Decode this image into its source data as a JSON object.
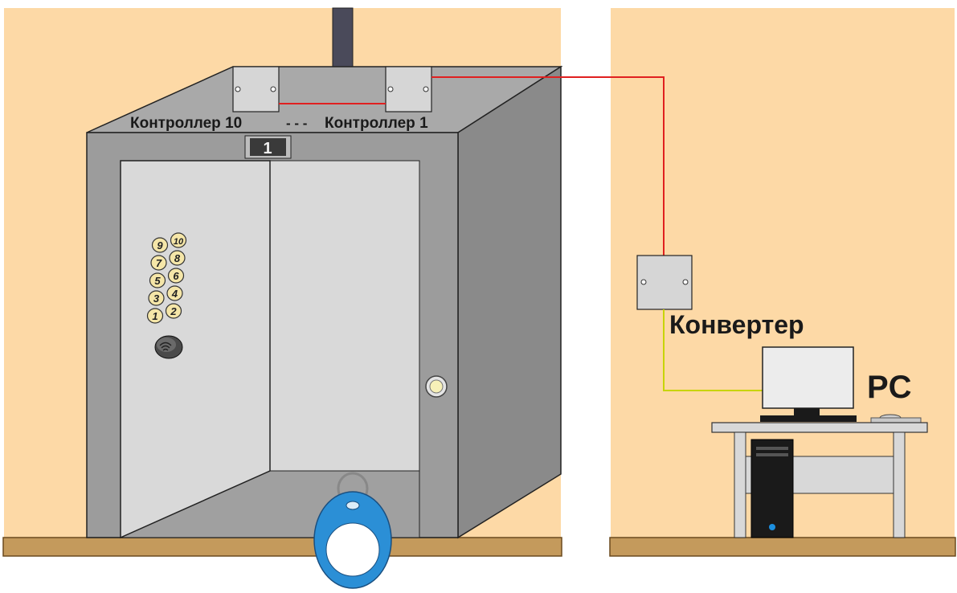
{
  "labels": {
    "controller_10": "Контроллер 10",
    "ellipsis": "- - -",
    "controller_1": "Контроллер 1",
    "converter": "Конвертер",
    "pc": "PC",
    "floor_indicator": "1"
  },
  "keypad": {
    "buttons": [
      "9",
      "10",
      "7",
      "8",
      "5",
      "6",
      "3",
      "4",
      "1",
      "2"
    ]
  },
  "colors": {
    "wall": "#fdd9a6",
    "floor": "#c49a5c",
    "cabin_frame": "#9a9a9a",
    "cabin_side": "#8a8a8a",
    "door": "#d9d9d9",
    "wire_rs485": "#e02020",
    "wire_usb": "#c8d400",
    "keyfob": "#2b8fd6",
    "button": "#f5e6a8"
  },
  "icons": {
    "rfid_reader": "rfid-reader-icon",
    "call_button": "call-button-icon",
    "keyfob": "keyfob-icon"
  }
}
